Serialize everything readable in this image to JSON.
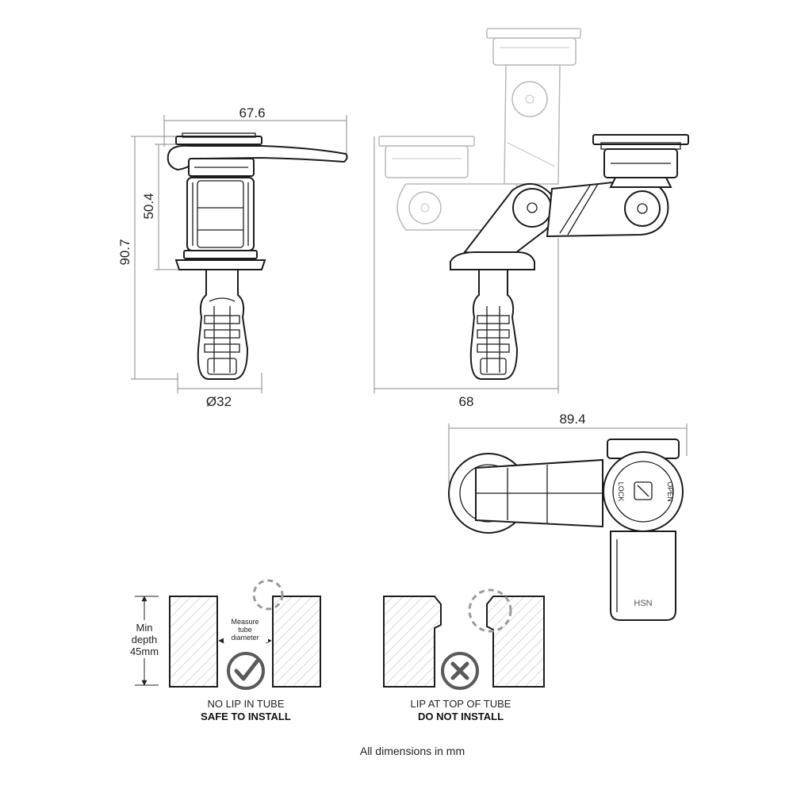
{
  "dimensions": {
    "top_width": "67.6",
    "inner_height": "50.4",
    "total_height": "90.7",
    "tube_diameter": "Ø32",
    "arm_width": "68",
    "top_view_width": "89.4"
  },
  "top_view": {
    "lock_text": "LOCK",
    "open_text": "OPEN",
    "brand_stamp": "HSN"
  },
  "install_guide": {
    "depth_line1": "Min",
    "depth_line2": "depth",
    "depth_line3": "45mm",
    "measure_line1": "Measure",
    "measure_line2": "tube",
    "measure_line3": "diameter",
    "safe_caption": "NO LIP IN TUBE",
    "safe_status": "SAFE TO INSTALL",
    "unsafe_caption": "LIP AT TOP OF TUBE",
    "unsafe_status": "DO NOT INSTALL"
  },
  "colors": {
    "line": "#1c1c1c",
    "dimension_line": "#8a8a8a",
    "ghost": "#b9b9b9",
    "icon": "#5a5a5a"
  },
  "footer": {
    "note": "All dimensions in mm"
  }
}
